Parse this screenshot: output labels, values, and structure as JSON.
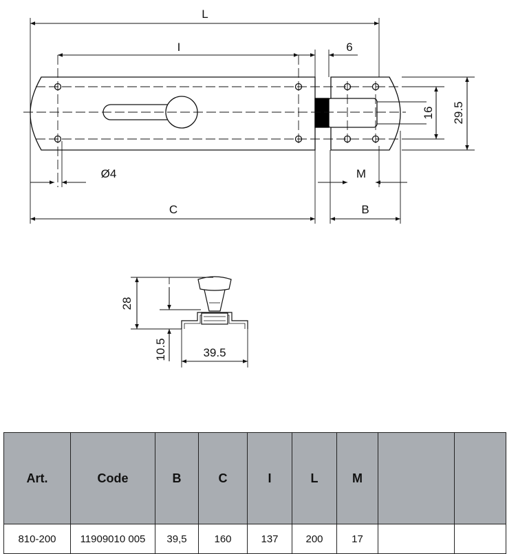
{
  "drawing": {
    "dims": {
      "L": "L",
      "I": "I",
      "six": "6",
      "sixteen": "16",
      "twenty_nine_five": "29.5",
      "d4": "Ø4",
      "M": "M",
      "C": "C",
      "B": "B",
      "twenty_eight": "28",
      "ten_five": "10.5",
      "thirty_nine_five": "39.5"
    }
  },
  "table": {
    "headers": [
      "Art.",
      "Code",
      "B",
      "C",
      "I",
      "L",
      "M",
      "",
      ""
    ],
    "rows": [
      [
        "810-200",
        "11909010 005",
        "39,5",
        "160",
        "137",
        "200",
        "17",
        "",
        ""
      ]
    ]
  },
  "colors": {
    "header_bg": "#a9adb2",
    "line": "#111111",
    "black_block": "#000000"
  }
}
